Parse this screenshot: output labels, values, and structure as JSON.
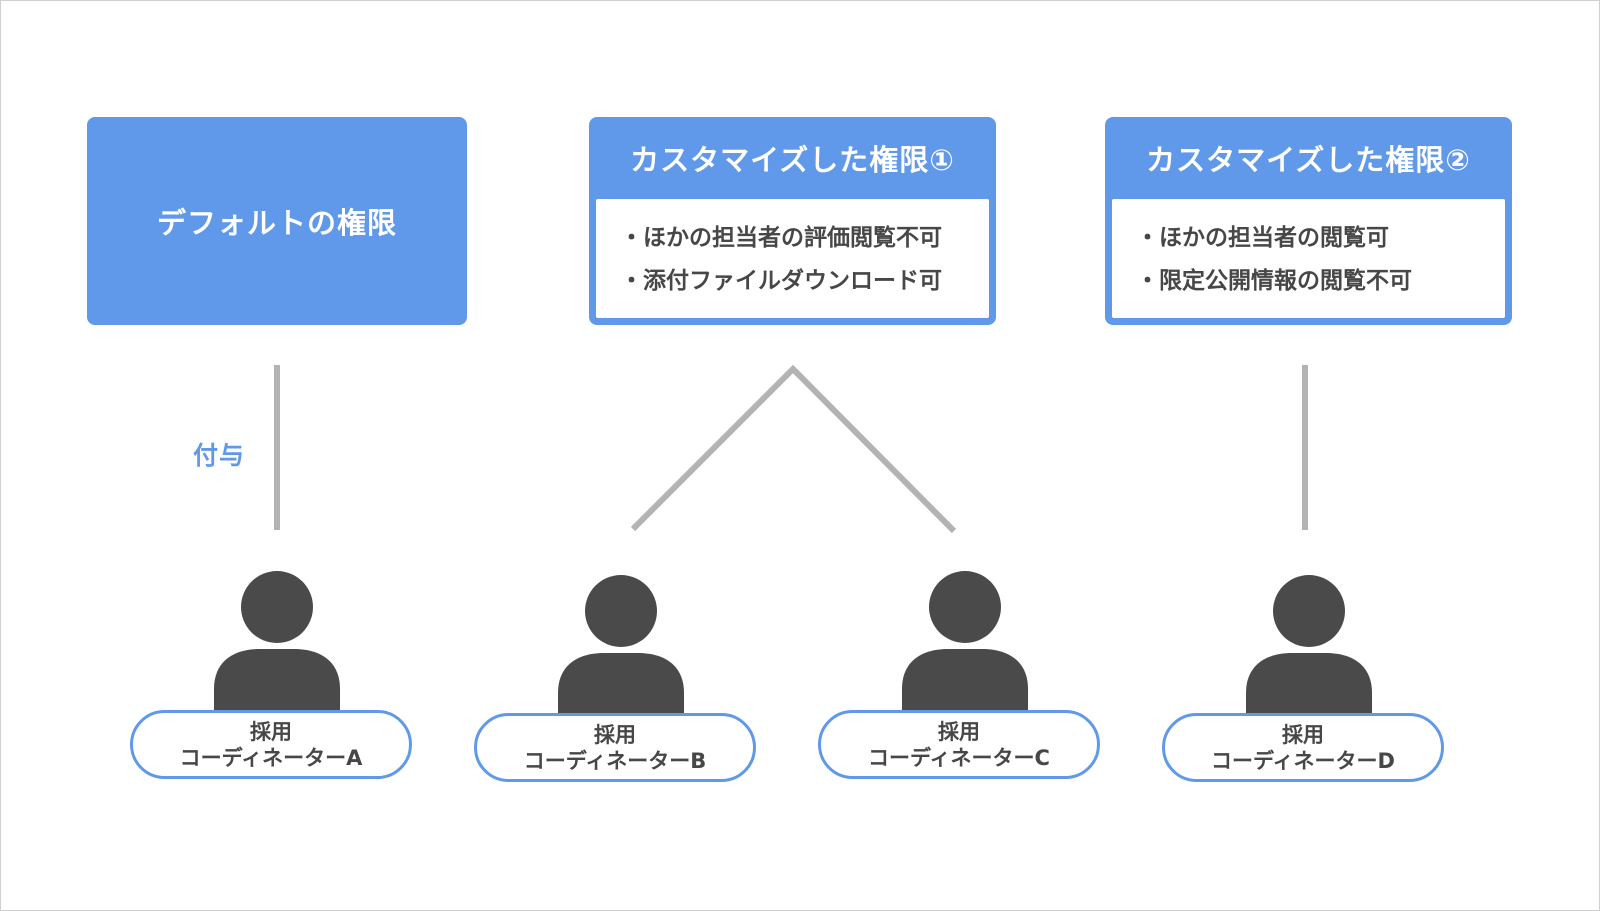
{
  "permissions": [
    {
      "title": "デフォルトの権限",
      "items": []
    },
    {
      "title": "カスタマイズした権限①",
      "items": [
        "・ほかの担当者の評価閲覧不可",
        "・添付ファイルダウンロード可"
      ]
    },
    {
      "title": "カスタマイズした権限②",
      "items": [
        "・ほかの担当者の閲覧可",
        "・限定公開情報の閲覧不可"
      ]
    }
  ],
  "grant_label": "付与",
  "users": [
    {
      "role": "採用",
      "name": "コーディネーターA"
    },
    {
      "role": "採用",
      "name": "コーディネーターB"
    },
    {
      "role": "採用",
      "name": "コーディネーターC"
    },
    {
      "role": "採用",
      "name": "コーディネーターD"
    }
  ],
  "colors": {
    "accent": "#6199ea",
    "connector": "#b3b3b3",
    "person": "#4a4a4a",
    "text": "#474747",
    "frame_border": "#cfcfcf"
  },
  "icons": {
    "user": "person-silhouette-icon"
  }
}
